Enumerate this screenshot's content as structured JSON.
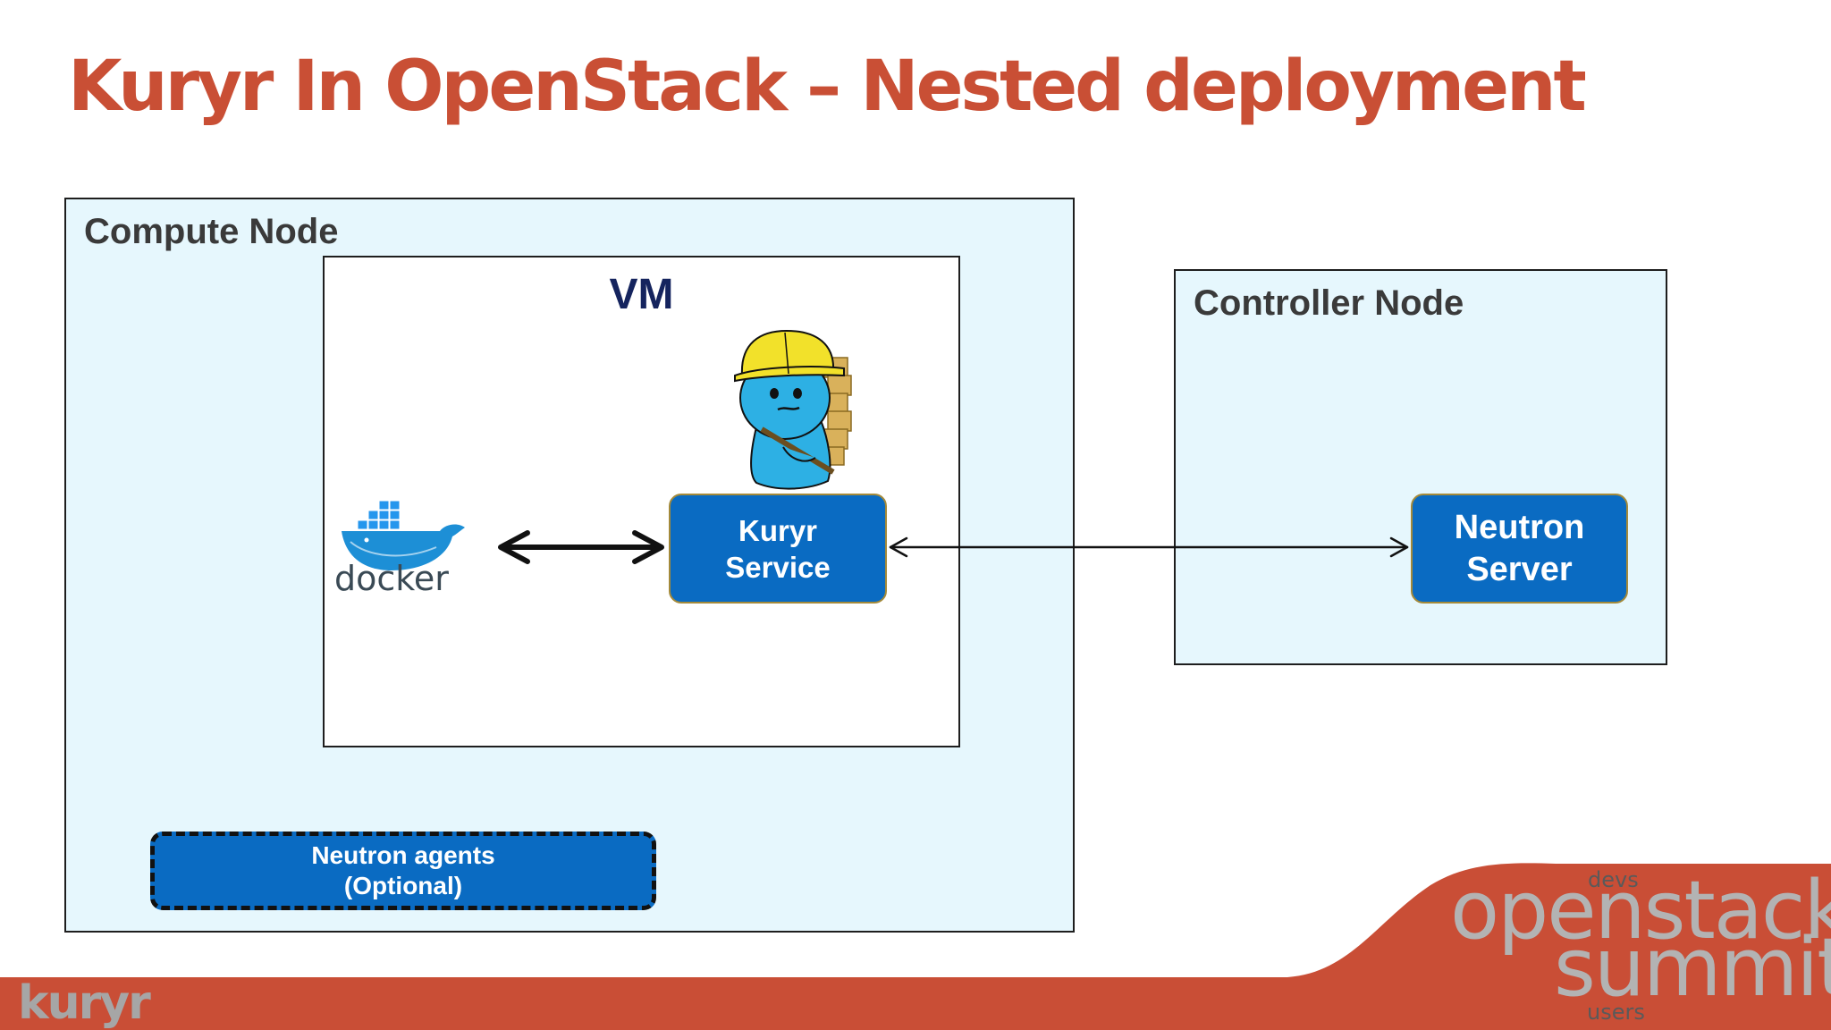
{
  "slide": {
    "title": "Kuryr In OpenStack – Nested deployment"
  },
  "diagram": {
    "compute_node": {
      "label": "Compute Node"
    },
    "vm": {
      "label": "VM"
    },
    "controller_node": {
      "label": "Controller Node"
    },
    "kuryr_service": {
      "line1": "Kuryr",
      "line2": "Service"
    },
    "neutron_server": {
      "line1": "Neutron",
      "line2": "Server"
    },
    "neutron_agents": {
      "line1": "Neutron agents",
      "line2": "(Optional)"
    },
    "docker_logo": {
      "text": "docker"
    },
    "kuryr_mascot": {
      "icon": "kuryr-mascot-icon"
    }
  },
  "footer": {
    "project_logo": "kuryr",
    "summit_logo": {
      "top": "devs",
      "word1": "openstack",
      "word2": "summit",
      "bottom": "users"
    }
  },
  "colors": {
    "title": "#c94f35",
    "node_fill": "#e6f7fd",
    "service_fill": "#0a6bc2",
    "footer": "#c94e36",
    "logo_gray": "#b3b3b3"
  }
}
